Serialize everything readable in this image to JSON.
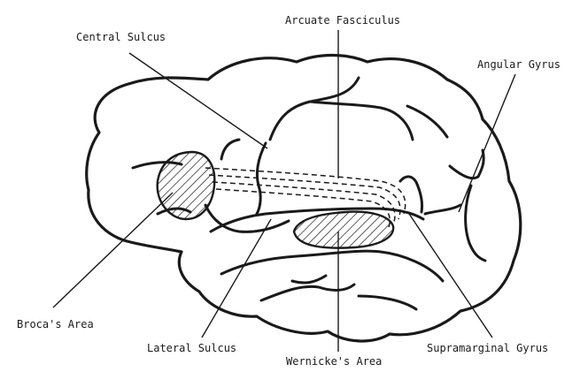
{
  "labels": {
    "central_sulcus": "Central Sulcus",
    "arcuate_fasciculus": "Arcuate Fasciculus",
    "angular_gyrus": "Angular Gyrus",
    "brocas_area": "Broca's Area",
    "lateral_sulcus": "Lateral Sulcus",
    "wernickes_area": "Wernicke's Area",
    "supramarginal_gyrus": "Supramarginal Gyrus"
  }
}
